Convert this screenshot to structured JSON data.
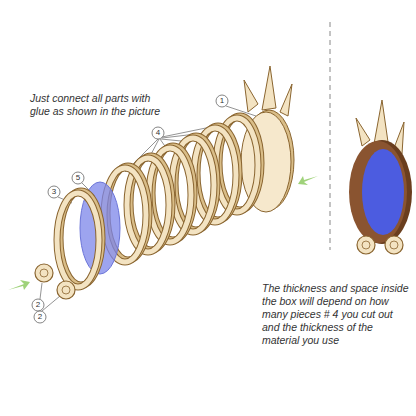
{
  "diagram": {
    "labels": [
      "Just connect all parts with glue as shown in the picture",
      "The thickness and space inside the box will depend on how many pieces # 4 you cut out and the thickness of the material you use",
      "1",
      "2",
      "2",
      "3",
      "4",
      "5"
    ]
  }
}
